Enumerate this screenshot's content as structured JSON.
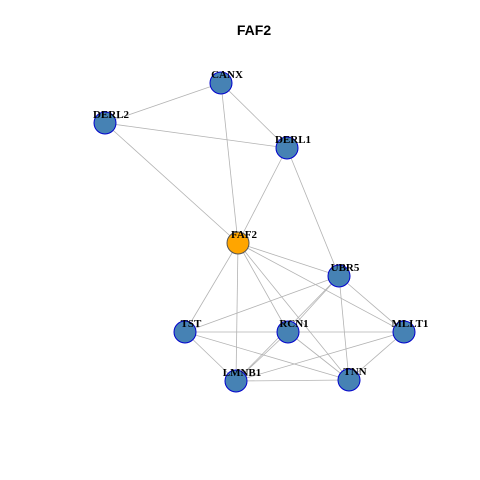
{
  "title": "FAF2",
  "colors": {
    "default_node_fill": "#4682b4",
    "default_node_stroke": "#0000cd",
    "center_node_fill": "#ffa500",
    "center_node_stroke": "#555555",
    "edge": "#b3b3b3"
  },
  "nodes": [
    {
      "id": "CANX",
      "label": "CANX"
    },
    {
      "id": "DERL2",
      "label": "DERL2"
    },
    {
      "id": "DERL1",
      "label": "DERL1"
    },
    {
      "id": "FAF2",
      "label": "FAF2",
      "center": true
    },
    {
      "id": "UBR5",
      "label": "UBR5"
    },
    {
      "id": "TST",
      "label": "TST"
    },
    {
      "id": "RCN1",
      "label": "RCN1"
    },
    {
      "id": "MLLT1",
      "label": "MLLT1"
    },
    {
      "id": "LMNB1",
      "label": "LMNB1"
    },
    {
      "id": "TNN",
      "label": "TNN"
    }
  ],
  "edges": [
    [
      "CANX",
      "DERL2"
    ],
    [
      "CANX",
      "DERL1"
    ],
    [
      "CANX",
      "FAF2"
    ],
    [
      "DERL2",
      "DERL1"
    ],
    [
      "DERL2",
      "FAF2"
    ],
    [
      "DERL1",
      "FAF2"
    ],
    [
      "DERL1",
      "UBR5"
    ],
    [
      "FAF2",
      "UBR5"
    ],
    [
      "FAF2",
      "TST"
    ],
    [
      "FAF2",
      "RCN1"
    ],
    [
      "FAF2",
      "MLLT1"
    ],
    [
      "FAF2",
      "LMNB1"
    ],
    [
      "FAF2",
      "TNN"
    ],
    [
      "UBR5",
      "TST"
    ],
    [
      "UBR5",
      "RCN1"
    ],
    [
      "UBR5",
      "MLLT1"
    ],
    [
      "UBR5",
      "LMNB1"
    ],
    [
      "UBR5",
      "TNN"
    ],
    [
      "TST",
      "RCN1"
    ],
    [
      "TST",
      "LMNB1"
    ],
    [
      "TST",
      "TNN"
    ],
    [
      "RCN1",
      "MLLT1"
    ],
    [
      "RCN1",
      "LMNB1"
    ],
    [
      "RCN1",
      "TNN"
    ],
    [
      "MLLT1",
      "LMNB1"
    ],
    [
      "MLLT1",
      "TNN"
    ],
    [
      "LMNB1",
      "TNN"
    ]
  ]
}
